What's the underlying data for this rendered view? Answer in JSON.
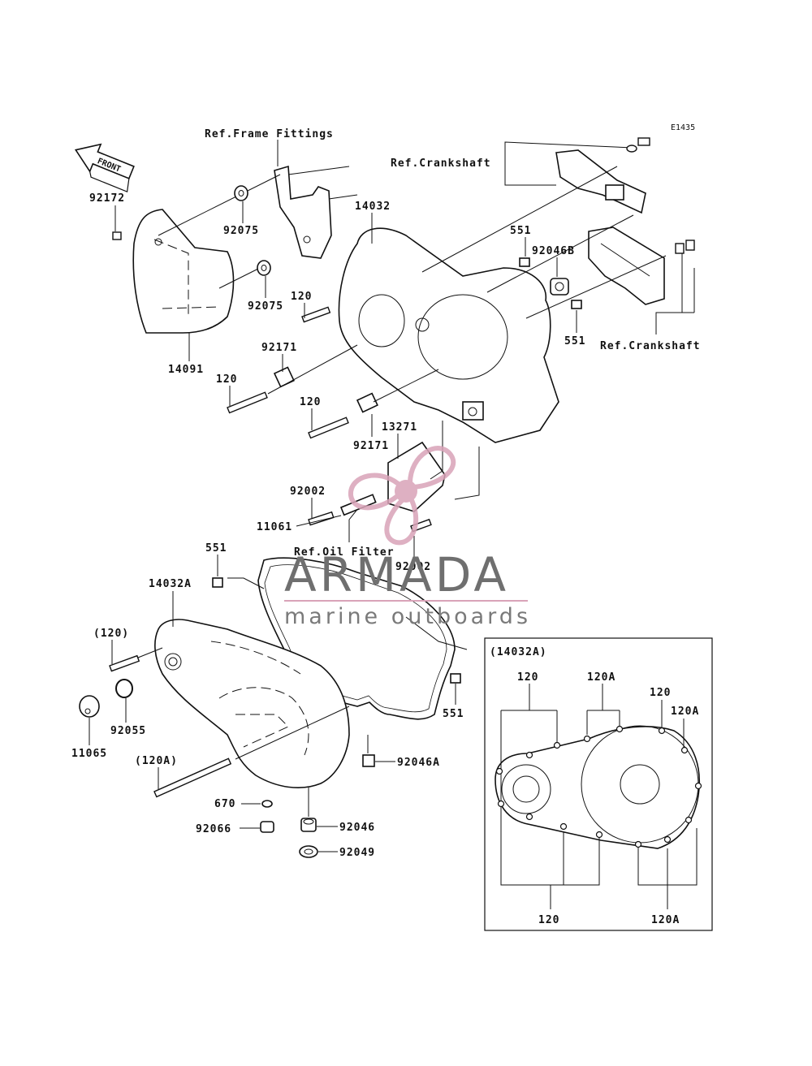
{
  "diagram_code": "E1435",
  "front_label": "FRONT",
  "refs": {
    "frame_fittings": "Ref.Frame Fittings",
    "crankshaft_top": "Ref.Crankshaft",
    "crankshaft_right": "Ref.Crankshaft",
    "oil_filter": "Ref.Oil Filter"
  },
  "parts": {
    "p92172": "92172",
    "p92075a": "92075",
    "p92075b": "92075",
    "p14091": "14091",
    "p14032": "14032",
    "p551a": "551",
    "p92046B": "92046B",
    "p551b": "551",
    "p120a": "120",
    "p92171a": "92171",
    "p120b": "120",
    "p120c": "120",
    "p92171b": "92171",
    "p13271": "13271",
    "p92002a": "92002",
    "p11061": "11061",
    "p92002b": "92002",
    "p551c": "551",
    "p14032A": "14032A",
    "p120paren": "(120)",
    "p11065": "11065",
    "p92055": "92055",
    "p120Aparen": "(120A)",
    "p670": "670",
    "p92066": "92066",
    "p92046A": "92046A",
    "p92046": "92046",
    "p92049": "92049",
    "p551d": "551"
  },
  "inset": {
    "title": "(14032A)",
    "top_120": "120",
    "top_120A": "120A",
    "right_120": "120",
    "right_120A": "120A",
    "bottom_120": "120",
    "bottom_120A": "120A"
  },
  "watermark": {
    "title": "ARMADA",
    "subtitle": "marine outboards",
    "accent_color": "#d9a3b8",
    "text_color": "#6f6f6f"
  }
}
